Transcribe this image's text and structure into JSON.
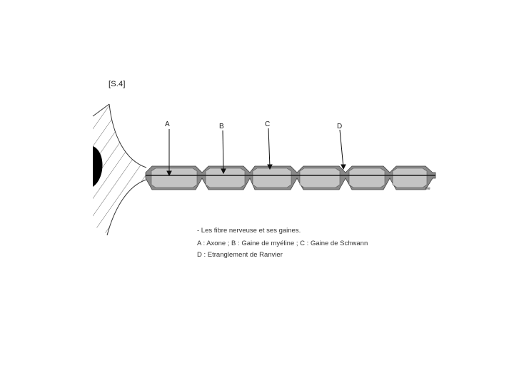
{
  "slide": {
    "tag": "[S.4]",
    "corner_mark": "ee"
  },
  "labels": {
    "a": "A",
    "b": "B",
    "c": "C",
    "d": "D"
  },
  "caption": {
    "line1": "- Les fibre nerveuse et ses gaines.",
    "line2": "A : Axone ; B : Gaine de myéline ; C : Gaine de Schwann",
    "line3": "D : Etranglement de Ranvier"
  },
  "colors": {
    "sheath": "#8a8a8a",
    "myelin": "#c4c4c4",
    "axon": "#1a1a1a",
    "cell_body": "#000000",
    "hatch": "#444444"
  }
}
